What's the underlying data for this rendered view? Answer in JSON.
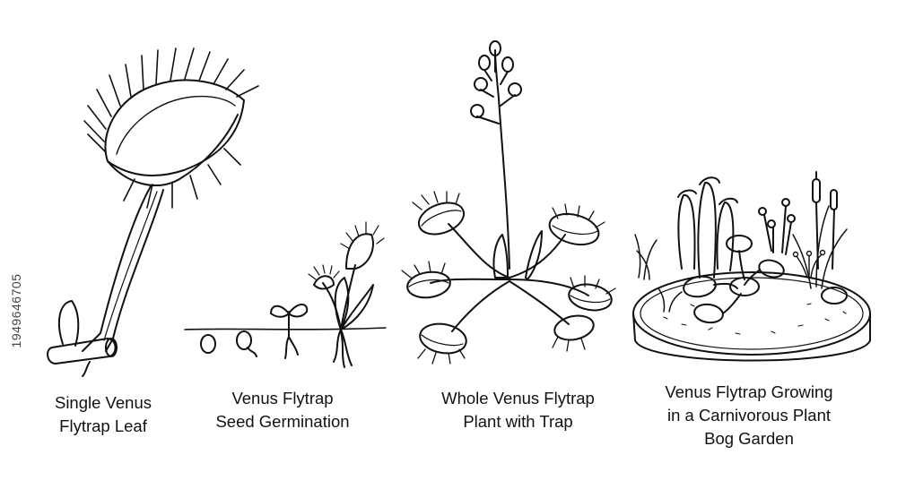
{
  "stock_id": "1949646705",
  "captions": [
    {
      "lines": [
        "Single Venus",
        "Flytrap Leaf"
      ]
    },
    {
      "lines": [
        "Venus Flytrap",
        "Seed Germination"
      ]
    },
    {
      "lines": [
        "Whole Venus Flytrap",
        "Plant with Trap"
      ]
    },
    {
      "lines": [
        "Venus Flytrap Growing",
        "in a Carnivorous Plant",
        "Bog Garden"
      ]
    }
  ],
  "colors": {
    "ink": "#111111",
    "background": "#ffffff"
  },
  "illustrations": [
    "single-leaf-illustration",
    "seed-germination-illustration",
    "whole-plant-illustration",
    "bog-garden-illustration"
  ]
}
